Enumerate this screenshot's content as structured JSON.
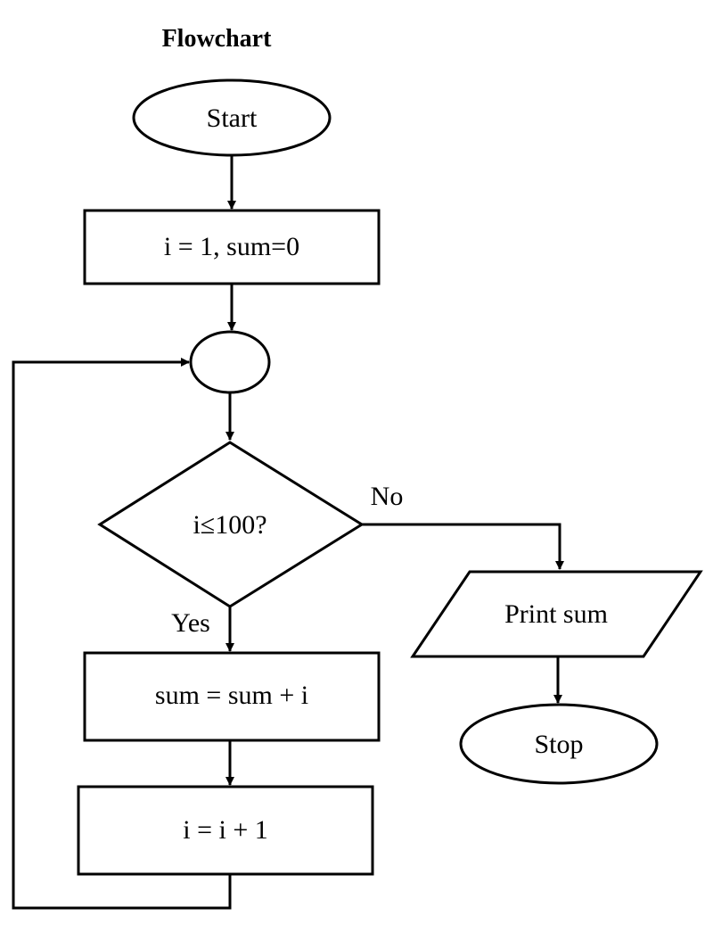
{
  "title": "Flowchart",
  "nodes": {
    "start": "Start",
    "init": "i = 1, sum=0",
    "connector": "",
    "decision": "i≤100?",
    "accumulate": "sum = sum + i",
    "increment": "i = i + 1",
    "output": "Print sum",
    "stop": "Stop"
  },
  "edges": {
    "no_label": "No",
    "yes_label": "Yes"
  },
  "colors": {
    "stroke": "#000000",
    "background": "#ffffff"
  }
}
